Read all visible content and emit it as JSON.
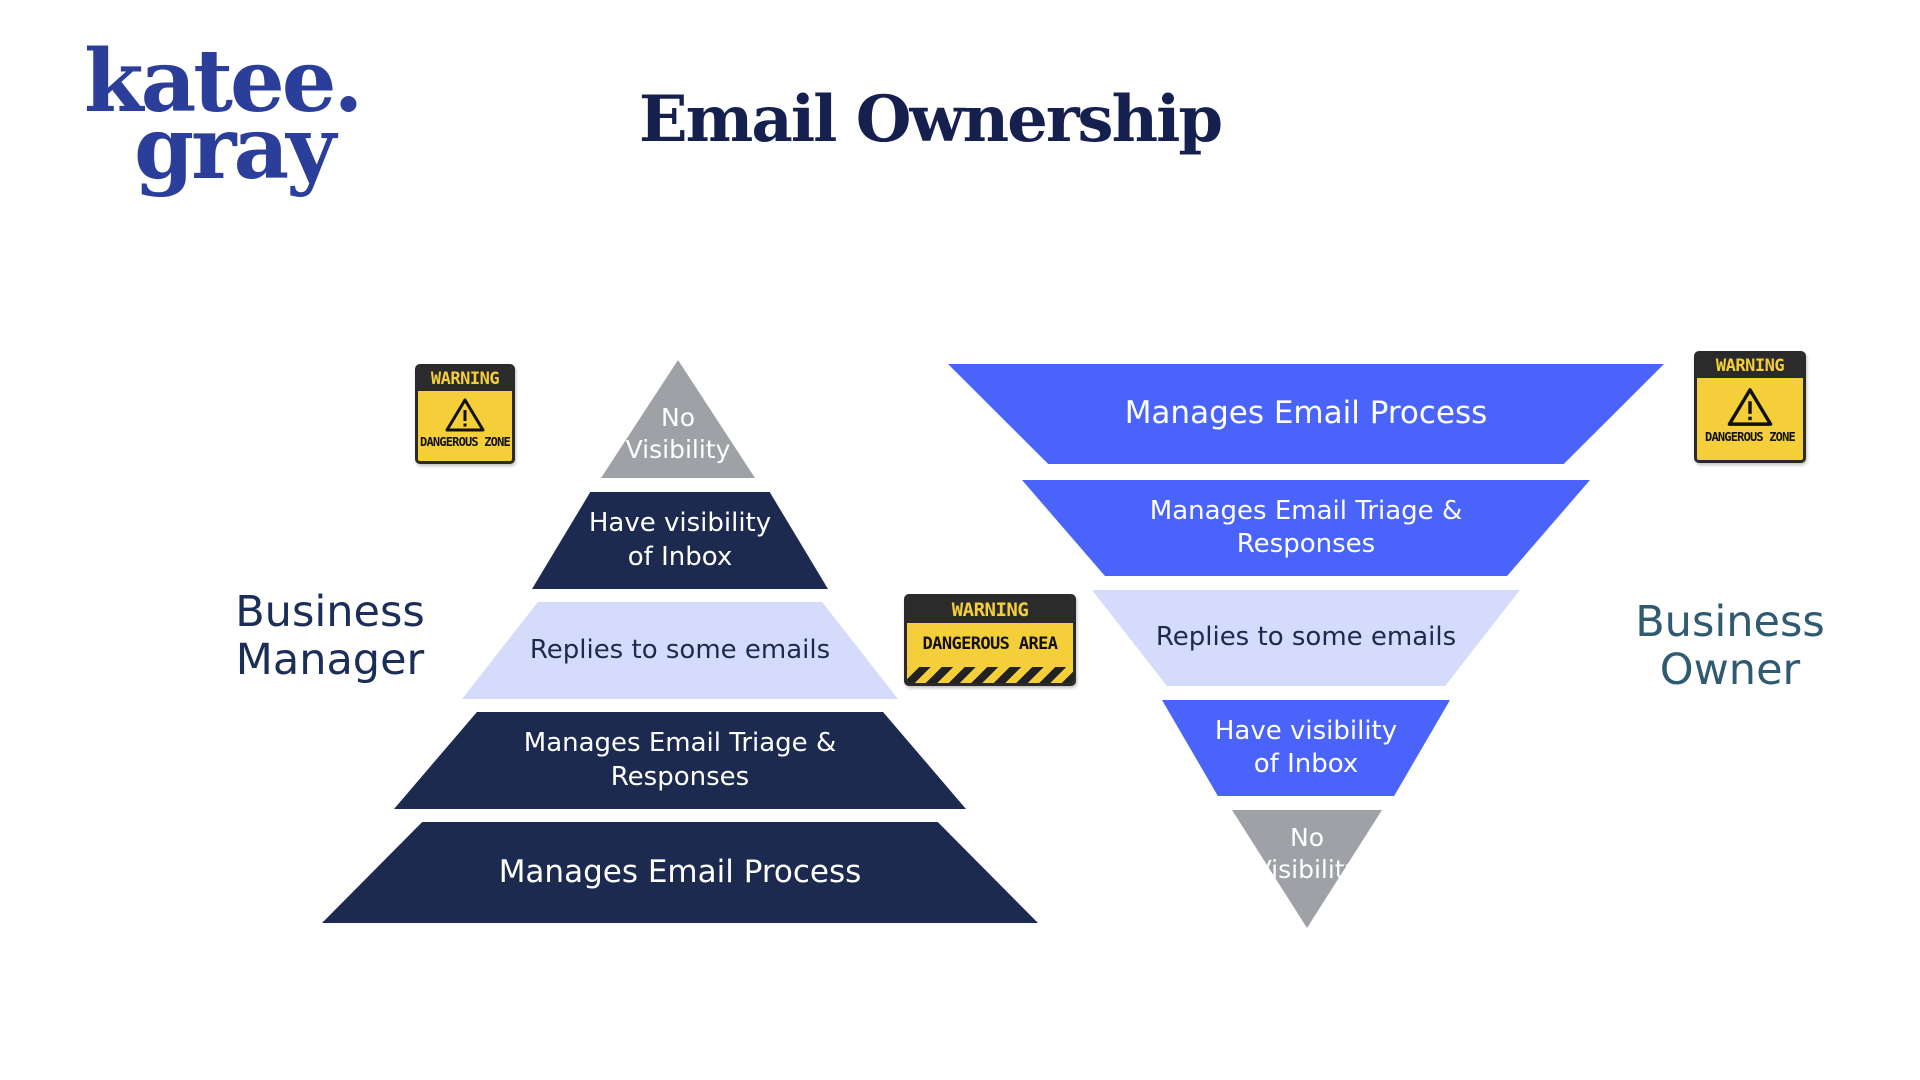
{
  "logo": {
    "line1": "katee.",
    "line2": "gray"
  },
  "title": "Email Ownership",
  "labels": {
    "manager": [
      "Business",
      "Manager"
    ],
    "owner": [
      "Business",
      "Owner"
    ]
  },
  "left_pyramid": [
    {
      "lines": [
        "No",
        "Visibility"
      ],
      "color": "#9ea1a6"
    },
    {
      "lines": [
        "Have visibility",
        "of Inbox"
      ],
      "color": "#1b2a4e"
    },
    {
      "lines": [
        "Replies to some emails"
      ],
      "color": "#d5dcfb"
    },
    {
      "lines": [
        "Manages Email Triage &",
        "Responses"
      ],
      "color": "#1b2a4e"
    },
    {
      "lines": [
        "Manages Email Process"
      ],
      "color": "#1b2a4e"
    }
  ],
  "right_pyramid": [
    {
      "lines": [
        "Manages Email Process"
      ],
      "color": "#4a64fb"
    },
    {
      "lines": [
        "Manages Email Triage &",
        "Responses"
      ],
      "color": "#4a64fb"
    },
    {
      "lines": [
        "Replies to some emails"
      ],
      "color": "#d5dcfb"
    },
    {
      "lines": [
        "Have visibility",
        "of Inbox"
      ],
      "color": "#4a64fb"
    },
    {
      "lines": [
        "No",
        "Visibility"
      ],
      "color": "#9ea1a6"
    }
  ],
  "signs": {
    "zone_left": {
      "header": "WARNING",
      "footer": "DANGEROUS ZONE",
      "icon": "warning-triangle-icon"
    },
    "area": {
      "header": "WARNING",
      "footer": "DANGEROUS AREA"
    },
    "zone_right": {
      "header": "WARNING",
      "footer": "DANGEROUS ZONE",
      "icon": "warning-triangle-icon"
    }
  },
  "colors": {
    "logo": "#2b3f9a",
    "title": "#15204e",
    "dark_navy": "#1b2a4e",
    "light_lavender": "#d5dcfb",
    "gray": "#9ea1a6",
    "bright_blue": "#4a64fb",
    "owner_label": "#2f5b72",
    "warning_yellow": "#f4cf3a"
  }
}
